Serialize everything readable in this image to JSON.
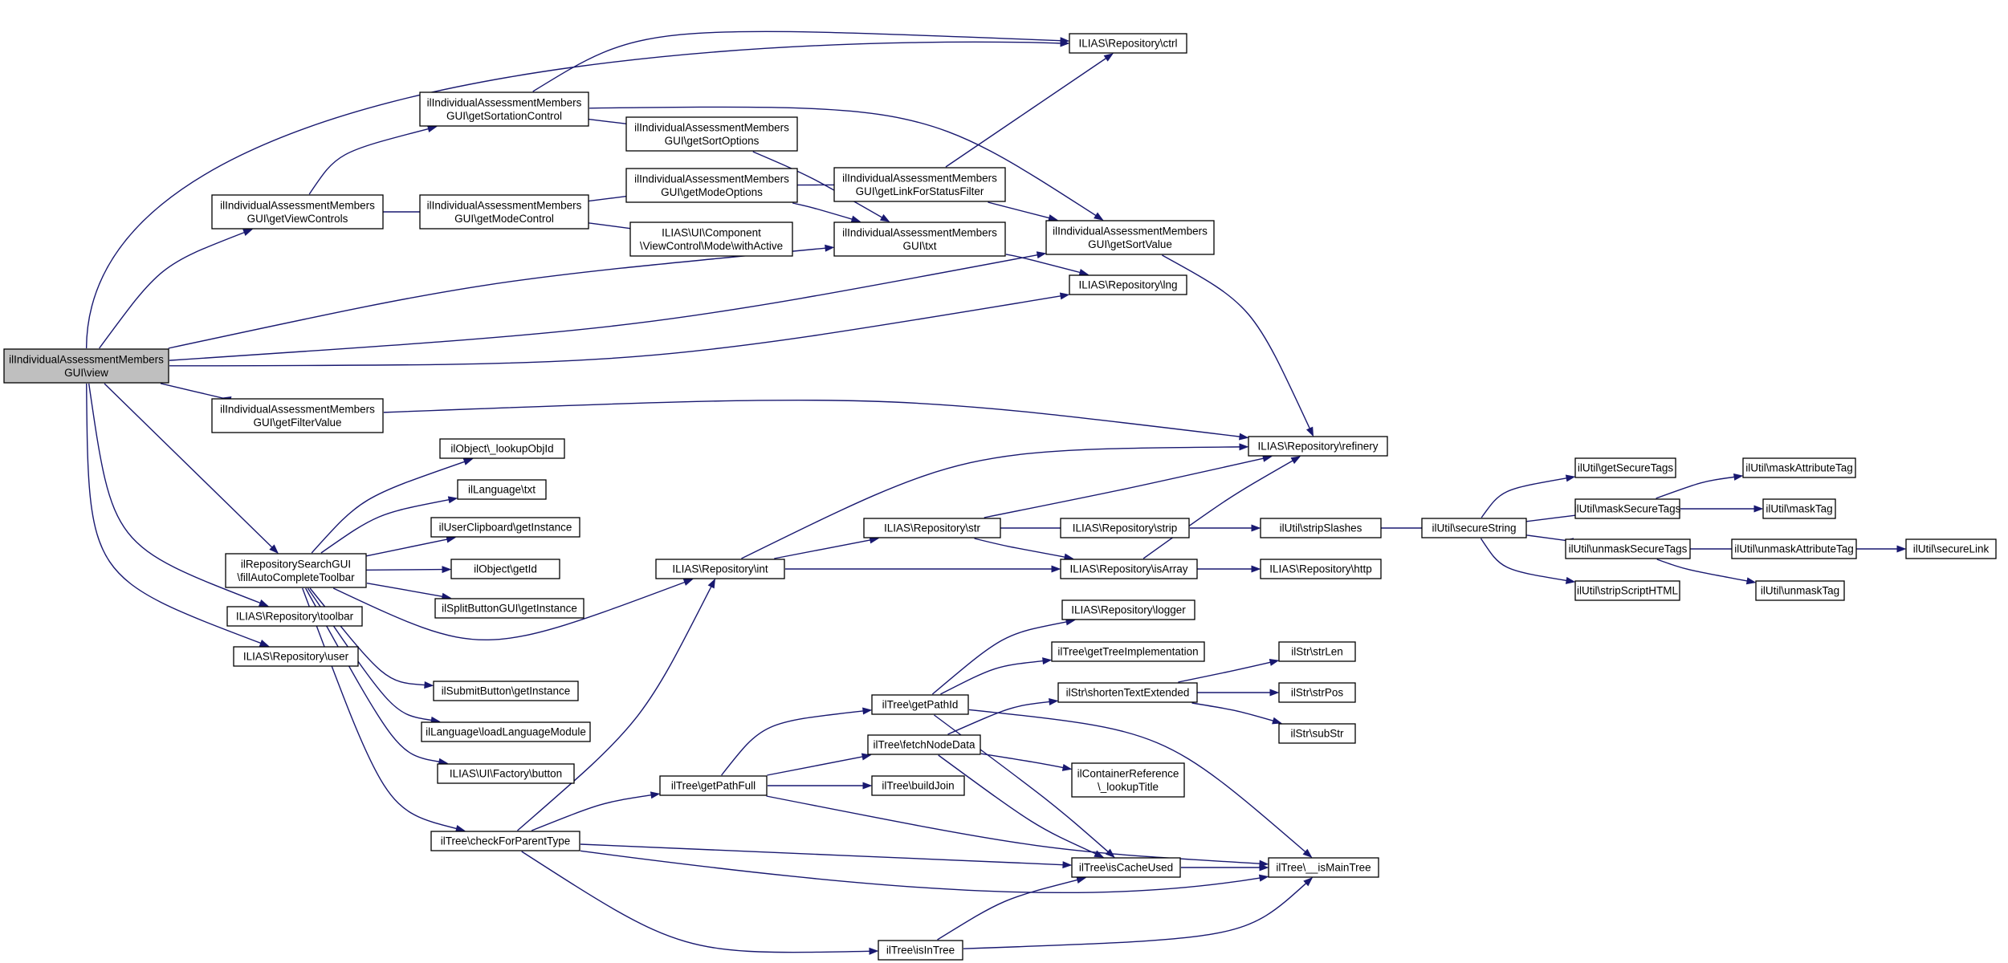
{
  "nodes": [
    {
      "id": "n_view",
      "lines": [
        "ilIndividualAssessmentMembers",
        "GUI\\view"
      ],
      "root": true
    },
    {
      "id": "n_ctrl",
      "lines": [
        "ILIAS\\Repository\\ctrl"
      ]
    },
    {
      "id": "n_sortation",
      "lines": [
        "ilIndividualAssessmentMembers",
        "GUI\\getSortationControl"
      ]
    },
    {
      "id": "n_sortopts",
      "lines": [
        "ilIndividualAssessmentMembers",
        "GUI\\getSortOptions"
      ]
    },
    {
      "id": "n_modeopts",
      "lines": [
        "ilIndividualAssessmentMembers",
        "GUI\\getModeOptions"
      ]
    },
    {
      "id": "n_linkstatus",
      "lines": [
        "ilIndividualAssessmentMembers",
        "GUI\\getLinkForStatusFilter"
      ]
    },
    {
      "id": "n_viewcontrols",
      "lines": [
        "ilIndividualAssessmentMembers",
        "GUI\\getViewControls"
      ]
    },
    {
      "id": "n_modecontrol",
      "lines": [
        "ilIndividualAssessmentMembers",
        "GUI\\getModeControl"
      ]
    },
    {
      "id": "n_withactive",
      "lines": [
        "ILIAS\\UI\\Component",
        "\\ViewControl\\Mode\\withActive"
      ]
    },
    {
      "id": "n_txt",
      "lines": [
        "ilIndividualAssessmentMembers",
        "GUI\\txt"
      ]
    },
    {
      "id": "n_sortvalue",
      "lines": [
        "ilIndividualAssessmentMembers",
        "GUI\\getSortValue"
      ]
    },
    {
      "id": "n_lng",
      "lines": [
        "ILIAS\\Repository\\lng"
      ]
    },
    {
      "id": "n_filtervalue",
      "lines": [
        "ilIndividualAssessmentMembers",
        "GUI\\getFilterValue"
      ]
    },
    {
      "id": "n_refinery",
      "lines": [
        "ILIAS\\Repository\\refinery"
      ]
    },
    {
      "id": "n_lookupobjid",
      "lines": [
        "ilObject\\_lookupObjId"
      ]
    },
    {
      "id": "n_langtxt",
      "lines": [
        "ilLanguage\\txt"
      ]
    },
    {
      "id": "n_clipboard",
      "lines": [
        "ilUserClipboard\\getInstance"
      ]
    },
    {
      "id": "n_getid",
      "lines": [
        "ilObject\\getId"
      ]
    },
    {
      "id": "n_splitbutton",
      "lines": [
        "ilSplitButtonGUI\\getInstance"
      ]
    },
    {
      "id": "n_fillauto",
      "lines": [
        "ilRepositorySearchGUI",
        "\\fillAutoCompleteToolbar"
      ]
    },
    {
      "id": "n_toolbar",
      "lines": [
        "ILIAS\\Repository\\toolbar"
      ]
    },
    {
      "id": "n_user",
      "lines": [
        "ILIAS\\Repository\\user"
      ]
    },
    {
      "id": "n_submit",
      "lines": [
        "ilSubmitButton\\getInstance"
      ]
    },
    {
      "id": "n_loadlang",
      "lines": [
        "ilLanguage\\loadLanguageModule"
      ]
    },
    {
      "id": "n_uibutton",
      "lines": [
        "ILIAS\\UI\\Factory\\button"
      ]
    },
    {
      "id": "n_checkparent",
      "lines": [
        "ilTree\\checkForParentType"
      ]
    },
    {
      "id": "n_int",
      "lines": [
        "ILIAS\\Repository\\int"
      ]
    },
    {
      "id": "n_str",
      "lines": [
        "ILIAS\\Repository\\str"
      ]
    },
    {
      "id": "n_strip",
      "lines": [
        "ILIAS\\Repository\\strip"
      ]
    },
    {
      "id": "n_isarray",
      "lines": [
        "ILIAS\\Repository\\isArray"
      ]
    },
    {
      "id": "n_http",
      "lines": [
        "ILIAS\\Repository\\http"
      ]
    },
    {
      "id": "n_stripslashes",
      "lines": [
        "ilUtil\\stripSlashes"
      ]
    },
    {
      "id": "n_securestring",
      "lines": [
        "ilUtil\\secureString"
      ]
    },
    {
      "id": "n_getsecuretags",
      "lines": [
        "ilUtil\\getSecureTags"
      ]
    },
    {
      "id": "n_masksecuretags",
      "lines": [
        "ilUtil\\maskSecureTags"
      ]
    },
    {
      "id": "n_unmasksecuretags",
      "lines": [
        "ilUtil\\unmaskSecureTags"
      ]
    },
    {
      "id": "n_stripscript",
      "lines": [
        "ilUtil\\stripScriptHTML"
      ]
    },
    {
      "id": "n_maskattr",
      "lines": [
        "ilUtil\\maskAttributeTag"
      ]
    },
    {
      "id": "n_masktag",
      "lines": [
        "ilUtil\\maskTag"
      ]
    },
    {
      "id": "n_unmaskattr",
      "lines": [
        "ilUtil\\unmaskAttributeTag"
      ]
    },
    {
      "id": "n_unmasktag",
      "lines": [
        "ilUtil\\unmaskTag"
      ]
    },
    {
      "id": "n_securelink",
      "lines": [
        "ilUtil\\secureLink"
      ]
    },
    {
      "id": "n_logger",
      "lines": [
        "ILIAS\\Repository\\logger"
      ]
    },
    {
      "id": "n_treeimpl",
      "lines": [
        "ilTree\\getTreeImplementation"
      ]
    },
    {
      "id": "n_pathid",
      "lines": [
        "ilTree\\getPathId"
      ]
    },
    {
      "id": "n_shorten",
      "lines": [
        "ilStr\\shortenTextExtended"
      ]
    },
    {
      "id": "n_strlen",
      "lines": [
        "ilStr\\strLen"
      ]
    },
    {
      "id": "n_strpos",
      "lines": [
        "ilStr\\strPos"
      ]
    },
    {
      "id": "n_substr",
      "lines": [
        "ilStr\\subStr"
      ]
    },
    {
      "id": "n_fetchnode",
      "lines": [
        "ilTree\\fetchNodeData"
      ]
    },
    {
      "id": "n_lookuptitle",
      "lines": [
        "ilContainerReference",
        "\\_lookupTitle"
      ]
    },
    {
      "id": "n_pathfull",
      "lines": [
        "ilTree\\getPathFull"
      ]
    },
    {
      "id": "n_buildjoin",
      "lines": [
        "ilTree\\buildJoin"
      ]
    },
    {
      "id": "n_iscacheused",
      "lines": [
        "ilTree\\isCacheUsed"
      ]
    },
    {
      "id": "n_ismaintree",
      "lines": [
        "ilTree\\__isMainTree"
      ]
    },
    {
      "id": "n_isintree",
      "lines": [
        "ilTree\\isInTree"
      ]
    }
  ],
  "edges": [
    [
      "n_view",
      "n_ctrl"
    ],
    [
      "n_view",
      "n_viewcontrols"
    ],
    [
      "n_view",
      "n_txt"
    ],
    [
      "n_view",
      "n_sortvalue"
    ],
    [
      "n_view",
      "n_lng"
    ],
    [
      "n_view",
      "n_filtervalue"
    ],
    [
      "n_view",
      "n_fillauto"
    ],
    [
      "n_view",
      "n_toolbar"
    ],
    [
      "n_view",
      "n_user"
    ],
    [
      "n_viewcontrols",
      "n_sortation"
    ],
    [
      "n_viewcontrols",
      "n_modecontrol"
    ],
    [
      "n_sortation",
      "n_ctrl"
    ],
    [
      "n_sortation",
      "n_sortopts"
    ],
    [
      "n_sortation",
      "n_sortvalue"
    ],
    [
      "n_sortopts",
      "n_txt"
    ],
    [
      "n_modecontrol",
      "n_modeopts"
    ],
    [
      "n_modecontrol",
      "n_withactive"
    ],
    [
      "n_modeopts",
      "n_linkstatus"
    ],
    [
      "n_modeopts",
      "n_txt"
    ],
    [
      "n_linkstatus",
      "n_ctrl"
    ],
    [
      "n_linkstatus",
      "n_sortvalue"
    ],
    [
      "n_txt",
      "n_lng"
    ],
    [
      "n_sortvalue",
      "n_refinery"
    ],
    [
      "n_filtervalue",
      "n_refinery"
    ],
    [
      "n_fillauto",
      "n_lookupobjid"
    ],
    [
      "n_fillauto",
      "n_langtxt"
    ],
    [
      "n_fillauto",
      "n_clipboard"
    ],
    [
      "n_fillauto",
      "n_getid"
    ],
    [
      "n_fillauto",
      "n_splitbutton"
    ],
    [
      "n_fillauto",
      "n_int"
    ],
    [
      "n_fillauto",
      "n_submit"
    ],
    [
      "n_fillauto",
      "n_loadlang"
    ],
    [
      "n_fillauto",
      "n_uibutton"
    ],
    [
      "n_fillauto",
      "n_checkparent"
    ],
    [
      "n_int",
      "n_refinery"
    ],
    [
      "n_int",
      "n_str"
    ],
    [
      "n_int",
      "n_isarray"
    ],
    [
      "n_str",
      "n_refinery"
    ],
    [
      "n_str",
      "n_strip"
    ],
    [
      "n_str",
      "n_isarray"
    ],
    [
      "n_strip",
      "n_stripslashes"
    ],
    [
      "n_isarray",
      "n_refinery"
    ],
    [
      "n_isarray",
      "n_http"
    ],
    [
      "n_stripslashes",
      "n_securestring"
    ],
    [
      "n_securestring",
      "n_getsecuretags"
    ],
    [
      "n_securestring",
      "n_masksecuretags"
    ],
    [
      "n_securestring",
      "n_unmasksecuretags"
    ],
    [
      "n_securestring",
      "n_stripscript"
    ],
    [
      "n_masksecuretags",
      "n_maskattr"
    ],
    [
      "n_masksecuretags",
      "n_masktag"
    ],
    [
      "n_unmasksecuretags",
      "n_unmaskattr"
    ],
    [
      "n_unmasksecuretags",
      "n_unmasktag"
    ],
    [
      "n_unmaskattr",
      "n_securelink"
    ],
    [
      "n_checkparent",
      "n_int"
    ],
    [
      "n_checkparent",
      "n_pathfull"
    ],
    [
      "n_checkparent",
      "n_iscacheused"
    ],
    [
      "n_checkparent",
      "n_ismaintree"
    ],
    [
      "n_checkparent",
      "n_isintree"
    ],
    [
      "n_pathfull",
      "n_pathid"
    ],
    [
      "n_pathfull",
      "n_fetchnode"
    ],
    [
      "n_pathfull",
      "n_buildjoin"
    ],
    [
      "n_pathfull",
      "n_ismaintree"
    ],
    [
      "n_pathid",
      "n_logger"
    ],
    [
      "n_pathid",
      "n_treeimpl"
    ],
    [
      "n_pathid",
      "n_iscacheused"
    ],
    [
      "n_pathid",
      "n_ismaintree"
    ],
    [
      "n_fetchnode",
      "n_shorten"
    ],
    [
      "n_fetchnode",
      "n_lookuptitle"
    ],
    [
      "n_fetchnode",
      "n_iscacheused"
    ],
    [
      "n_shorten",
      "n_strlen"
    ],
    [
      "n_shorten",
      "n_strpos"
    ],
    [
      "n_shorten",
      "n_substr"
    ],
    [
      "n_iscacheused",
      "n_ismaintree"
    ],
    [
      "n_isintree",
      "n_iscacheused"
    ],
    [
      "n_isintree",
      "n_ismaintree"
    ]
  ]
}
